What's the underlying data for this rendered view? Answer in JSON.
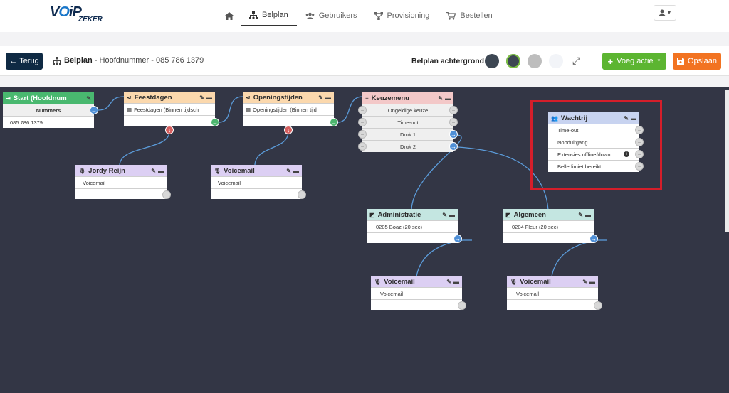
{
  "logo": {
    "main_v": "V",
    "main_o": "O",
    "main_rest": "iP",
    "sub": "ZEKER"
  },
  "nav": {
    "items": [
      {
        "label": "Belplan"
      },
      {
        "label": "Gebruikers"
      },
      {
        "label": "Provisioning"
      },
      {
        "label": "Bestellen"
      }
    ]
  },
  "toolbar": {
    "back_label": "Terug",
    "crumb_title": "Belplan",
    "crumb_separator": " - ",
    "crumb_subtitle": "Hoofdnummer - 085 786 1379",
    "background_label": "Belplan achtergrond",
    "swatches": [
      "#3d4753",
      "#3d4753",
      "#bdbdbd",
      "#f2f4f8"
    ],
    "add_label": "Voeg actie",
    "save_label": "Opslaan"
  },
  "nodes": {
    "start": {
      "title": "Start (Hoofdnum",
      "header_color": "#49b86f",
      "row1": "Nummers",
      "row2": "085 786 1379"
    },
    "feestdagen": {
      "title": "Feestdagen",
      "header_color": "#fbd8ad",
      "row1": "Feestdagen (Binnen tijdsch"
    },
    "openingstijden": {
      "title": "Openingstijden",
      "header_color": "#fbd8ad",
      "row1": "Openingstijden (Binnen tijd"
    },
    "keuzemenu": {
      "title": "Keuzemenu",
      "header_color": "#f3c8c8",
      "rows": [
        "Ongeldige keuze",
        "Time-out",
        "Druk 1",
        "Druk 2"
      ]
    },
    "wachtrij": {
      "title": "Wachtrij",
      "header_color": "#c8d3f0",
      "rows": [
        "Time-out",
        "Nooduitgang",
        "Extensies offline/down",
        "Bellerlimiet bereikt"
      ]
    },
    "jordy": {
      "title": "Jordy Reijn",
      "header_color": "#dccff3",
      "row1": "Voicemail"
    },
    "voicemail1": {
      "title": "Voicemail",
      "header_color": "#dccff3",
      "row1": "Voicemail"
    },
    "administratie": {
      "title": "Administratie",
      "header_color": "#c4e6e1",
      "row1": "0205 Boaz (20 sec)"
    },
    "algemeen": {
      "title": "Algemeen",
      "header_color": "#c4e6e1",
      "row1": "0204 Fleur (20 sec)"
    },
    "voicemail2": {
      "title": "Voicemail",
      "header_color": "#dccff3",
      "row1": "Voicemail"
    },
    "voicemail3": {
      "title": "Voicemail",
      "header_color": "#dccff3",
      "row1": "Voicemail"
    }
  }
}
